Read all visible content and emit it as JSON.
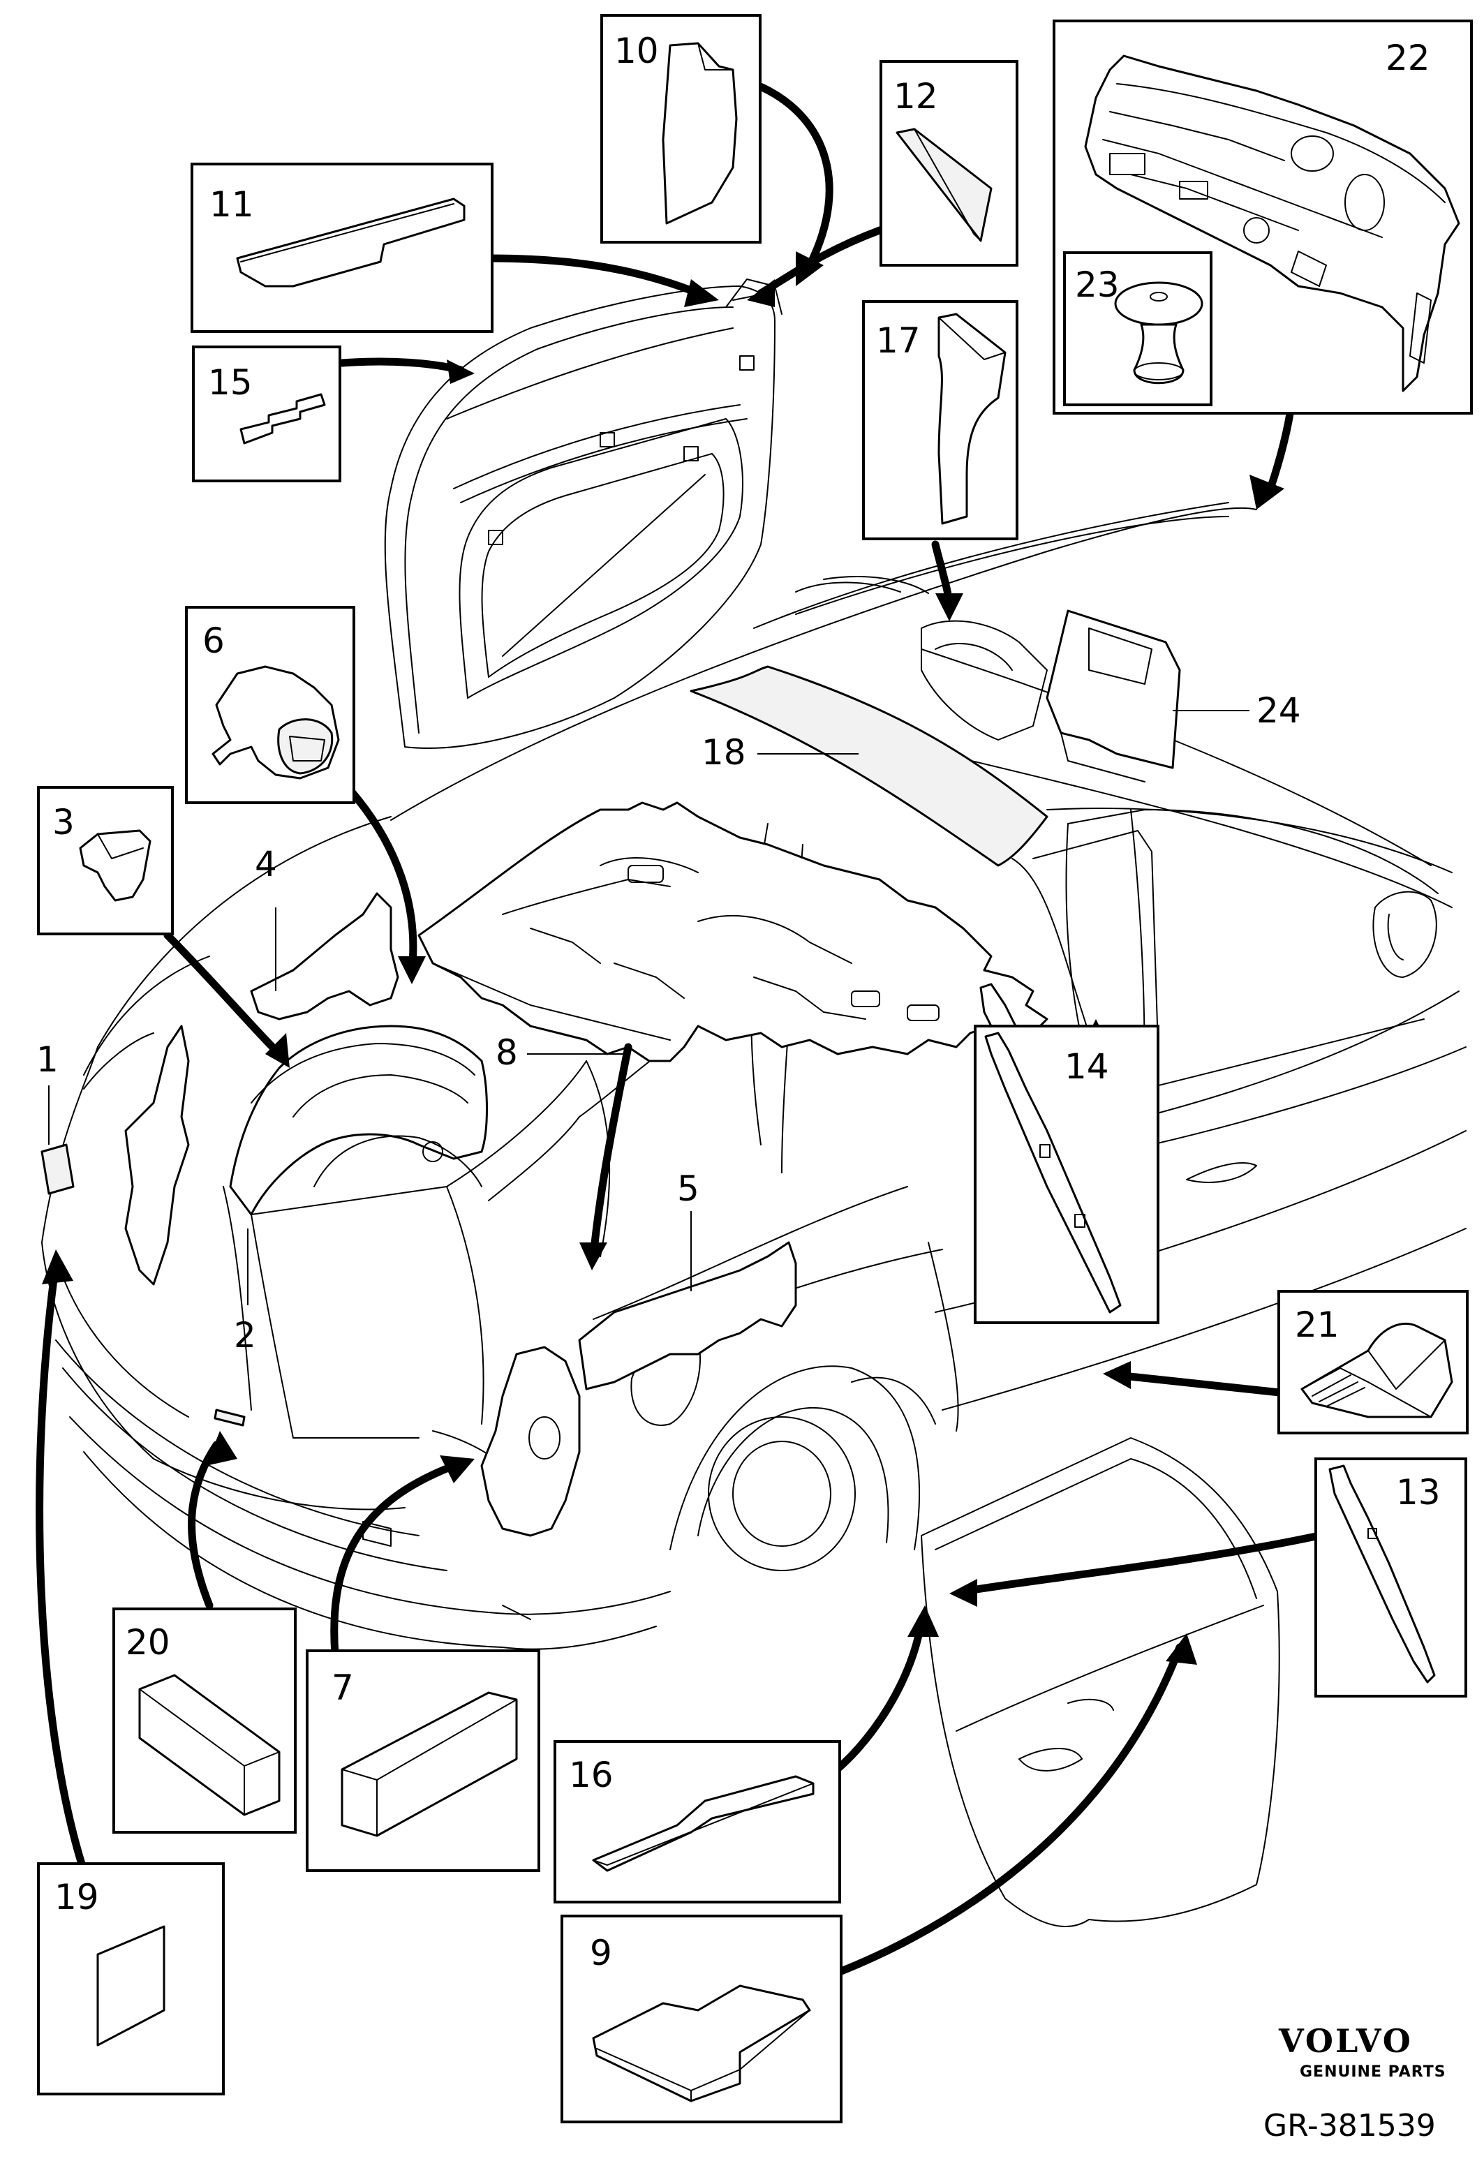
{
  "callouts": [
    {
      "id": "1",
      "label": "1"
    },
    {
      "id": "2",
      "label": "2"
    },
    {
      "id": "3",
      "label": "3"
    },
    {
      "id": "4",
      "label": "4"
    },
    {
      "id": "5",
      "label": "5"
    },
    {
      "id": "6",
      "label": "6"
    },
    {
      "id": "7",
      "label": "7"
    },
    {
      "id": "8",
      "label": "8"
    },
    {
      "id": "9",
      "label": "9"
    },
    {
      "id": "10",
      "label": "10"
    },
    {
      "id": "11",
      "label": "11"
    },
    {
      "id": "12",
      "label": "12"
    },
    {
      "id": "13",
      "label": "13"
    },
    {
      "id": "14",
      "label": "14"
    },
    {
      "id": "15",
      "label": "15"
    },
    {
      "id": "16",
      "label": "16"
    },
    {
      "id": "17",
      "label": "17"
    },
    {
      "id": "18",
      "label": "18"
    },
    {
      "id": "19",
      "label": "19"
    },
    {
      "id": "20",
      "label": "20"
    },
    {
      "id": "21",
      "label": "21"
    },
    {
      "id": "22",
      "label": "22"
    },
    {
      "id": "23",
      "label": "23"
    },
    {
      "id": "24",
      "label": "24"
    }
  ],
  "brand": {
    "name": "VOLVO",
    "tagline": "GENUINE PARTS"
  },
  "reference": "GR-381539",
  "colors": {
    "line": "#000000",
    "background": "#ffffff"
  }
}
